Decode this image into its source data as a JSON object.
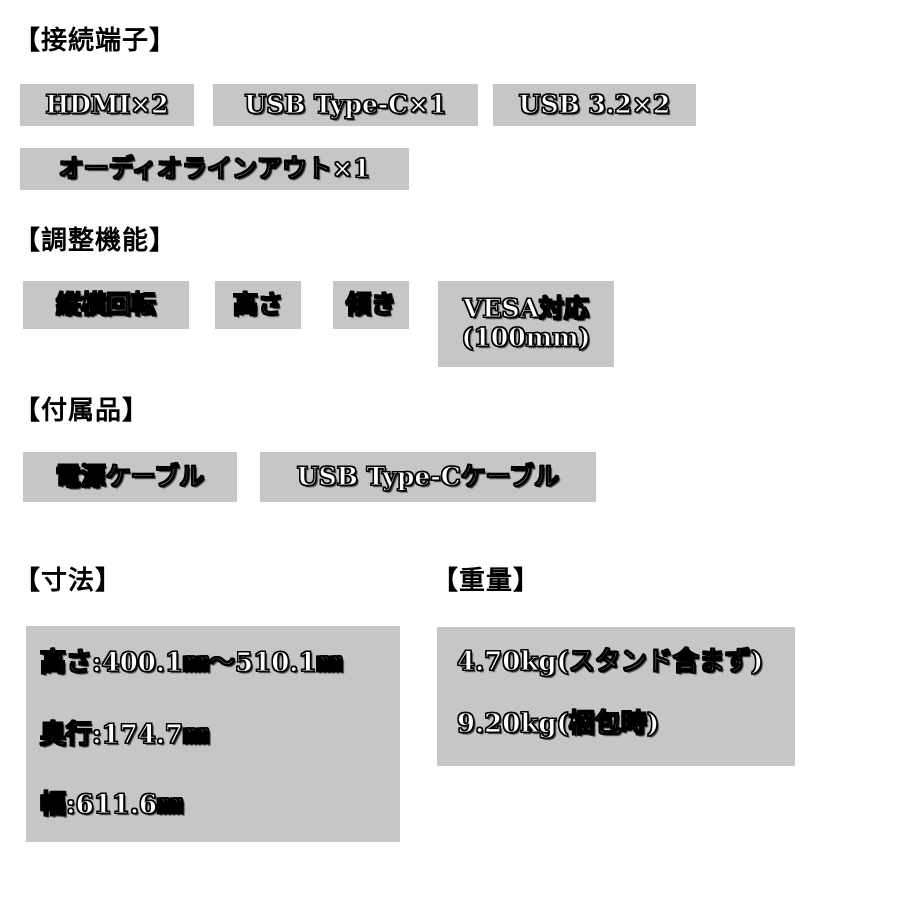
{
  "connectors": {
    "heading": "【接続端子】",
    "items": [
      "HDMI×2",
      "USB Type-C×1",
      "USB 3.2×2",
      "オーディオラインアウト×1"
    ]
  },
  "adjustment": {
    "heading": "【調整機能】",
    "items": [
      "縦横回転",
      "高さ",
      "傾き"
    ],
    "vesa": {
      "line1": "VESA対応",
      "line2": "(100mm)"
    }
  },
  "accessories": {
    "heading": "【付属品】",
    "items": [
      "電源ケーブル",
      "USB Type-Cケーブル"
    ]
  },
  "dimensions": {
    "heading": "【寸法】",
    "lines": [
      "高さ:400.1㎜～510.1㎜",
      "奥行:174.7㎜",
      "幅:611.6㎜"
    ]
  },
  "weight": {
    "heading": "【重量】",
    "lines": [
      "4.70kg(スタンド含まず)",
      "9.20kg(梱包時)"
    ]
  }
}
